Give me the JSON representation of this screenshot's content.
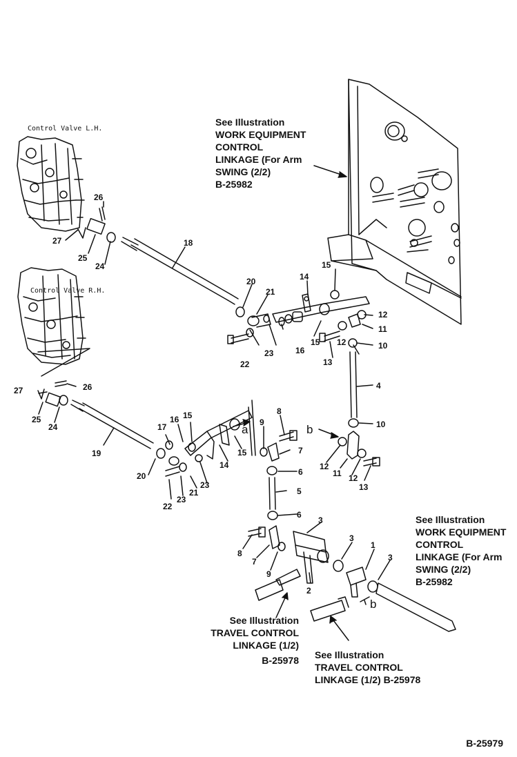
{
  "diagram": {
    "page_id": "B-25979",
    "valve_labels": [
      "Control Valve L.H.",
      "Control Valve R.H."
    ],
    "callouts": {
      "top": [
        "See Illustration",
        "WORK EQUIPMENT",
        "CONTROL",
        "LINKAGE (For Arm",
        "SWING (2/2)",
        "B-25982"
      ],
      "right": [
        "See Illustration",
        "WORK EQUIPMENT",
        "CONTROL",
        "LINKAGE (For Arm",
        "SWING (2/2)",
        "B-25982"
      ],
      "bottom_left": [
        "See Illustration",
        "TRAVEL CONTROL",
        "LINKAGE (1/2)",
        "B-25978"
      ],
      "bottom_right": [
        "See Illustration",
        "TRAVEL CONTROL",
        "LINKAGE (1/2) B-25978"
      ]
    },
    "letters": [
      "a",
      "b",
      "b"
    ],
    "part_numbers": [
      "26",
      "27",
      "25",
      "24",
      "18",
      "20",
      "21",
      "23",
      "22",
      "14",
      "15",
      "16",
      "15",
      "12",
      "11",
      "10",
      "12",
      "13",
      "26",
      "27",
      "25",
      "24",
      "19",
      "17",
      "16",
      "15",
      "20",
      "21",
      "22",
      "23",
      "23",
      "14",
      "15",
      "9",
      "8",
      "7",
      "6",
      "5",
      "6",
      "4",
      "10",
      "12",
      "11",
      "12",
      "13",
      "3",
      "8",
      "7",
      "9",
      "2",
      "3",
      "1",
      "3"
    ]
  }
}
